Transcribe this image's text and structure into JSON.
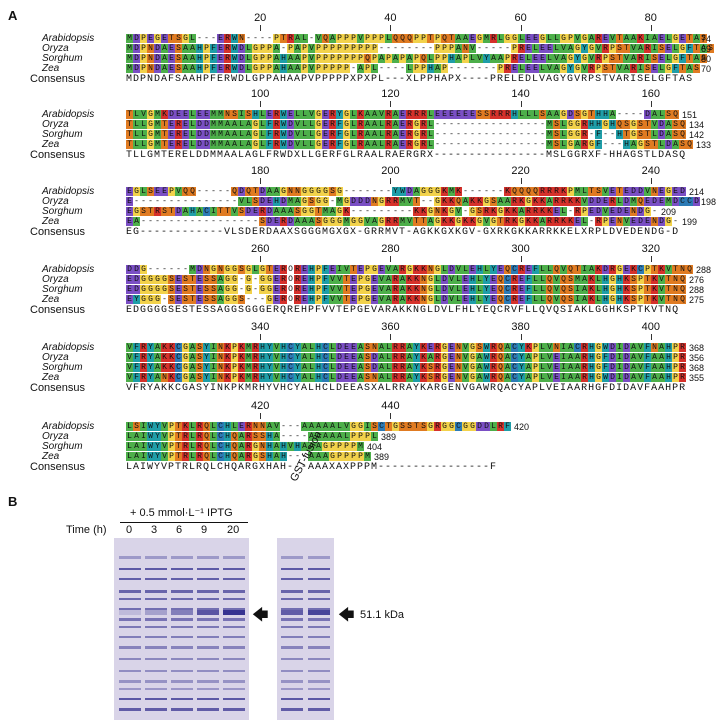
{
  "panel_a": {
    "letter": "A",
    "species": [
      "Arabidopsis",
      "Oryza",
      "Sorghum",
      "Zea"
    ],
    "consensus_label": "Consensus",
    "blocks": [
      {
        "ruler": [
          20,
          40,
          60,
          80
        ],
        "rows": [
          {
            "seq": "MDPEGETSGL---ERWN----PTRAL-VQAPPPVPPPLQQQPPTPQTAAEGMRLGGLEEGLLGPVGAREVTAAKIAELGETAS",
            "end": "74"
          },
          {
            "seq": "MDPNDAESAAHPFERWDLGPPA-PAPVPPPPPPPPP--------PPPANV-----PRELEELVAGYGVRPSTVARISELGFTAS",
            "end": "69"
          },
          {
            "seq": "MDPNDAESAAHPFERWDLGPPAHAAPVPPPPPPPQPAPAPAPQLPPHAPLVYAAPRELEELVAGYGVRPSTVARISELGFTAS",
            "end": "80"
          },
          {
            "seq": "MDPNDAESAAHPFERWDLGPPAHAAPVPPPPP-APL----LPPHAP-------PRELEELVAGYGVRPSTVARISELGFTAS",
            "end": "70"
          }
        ],
        "consensus": "MDPNDAFSAAHPFERWDLGPPAHAAPVPPPPPXPXPL---XLPPHAPX----PRELEDLVAGYGVRPSTVARISELGFTAS"
      },
      {
        "ruler": [
          100,
          120,
          140,
          160
        ],
        "rows": [
          {
            "seq": "TLVGMKDEELEEMMNSISHLERWELLVGERYGLKAAVRAERRRLEEEEEESSRRRHLLLSAAGDSGTHHA----DALSQ",
            "end": "151"
          },
          {
            "seq": "TLLGMTERELDDMMAALAGLFRWDVLLGERFGLRAALRAERGRL----------------MSLGGRHHGHQSGSTVDASQ",
            "end": "134"
          },
          {
            "seq": "TLLGMTERELDDMMAALAGLFRWDVLLGERFGLRAALRAERGRL----------------MSLGGR-F--HTGSTLDASQ",
            "end": "142"
          },
          {
            "seq": "TLLGMTERELDDMMAALAGLFRWDVLLGERFGLRAALRAERGRL----------------MSLGARGF---HAGSTLDASQ",
            "end": "133"
          }
        ],
        "consensus": "TLLGMTERELDDMMAALAGLFRWDXLLGERFGLRAALRAERGRX----------------MSLGGRXF-HHAGSTLDASQ"
      },
      {
        "ruler": [
          180,
          200,
          220,
          240
        ],
        "rows": [
          {
            "seq": "EGLSEEPVQQ-----QDQTDAAGNNGGGGSG-------YWDAGGGKMK------KQQQQRRRKPMLTSVETEDDVNEGED",
            "end": "214"
          },
          {
            "seq": "E---------------VLSDEHDMAGSGG-MGDDDNGRRMVT--GKKQAKKGSAARKGKKARRKKVDDERLDMQEDEMDCCD",
            "end": "198"
          },
          {
            "seq": "EGSTRSTDAHACITTVSDERDAAASGGTMAGK---------KKGNKGV-GSRKGKKARRKKEL-RPEDVEDENDG-",
            "end": "209"
          },
          {
            "seq": "EA-----------------SDERDAAASGGGMGGVAGRRMVTTAGKKGKKGVGTRKGKKARRKKEL-RPENVEDENDG-",
            "end": "199"
          }
        ],
        "consensus": "EG------------VLSDERDAAXSGGGMGXGX-GRRMVT-AGKKGXKGV-GXRKGKKARRKKELXRPLDVEDENDG-D"
      },
      {
        "ruler": [
          260,
          280,
          300,
          320
        ],
        "rows": [
          {
            "seq": "DDG------MDNGNGGSGLGTEROREHPFEIVTEPGEVARGKKNGLDVLEHLYEQCREFLLQVQTIAKDRGEKCPTKVTNQ",
            "end": "288"
          },
          {
            "seq": "EDGGGGSESTESSAGG-G-GGEROREHPFVVTEPGEVARAKKNGLDVLEHLYEQCREFLLQVQSMAKLHGHKSPTKVTNQ",
            "end": "276"
          },
          {
            "seq": "EDGGGGSESTESSAGG-G-GGEROREHPFVVTEPGEVARAKKNGLDVLEHLYEQCREFLLQVQSIAKLHGHKSPTKVTNQ",
            "end": "288"
          },
          {
            "seq": "EYGGG-SESTESSAGGS---GEROREHPFVVTEPGEVARAKKNGLDVLEHLYEQCREFLLQVQSIAKLHGHKSPTKVTNQ",
            "end": "275"
          }
        ],
        "consensus": "EDGGGGSESTESSAGGSGGGERQREHPFVVTEPGEVARAKKNGLDVLFHLYEQCRVFLLQVQSIAKLGGHKSPTKVTNQ"
      },
      {
        "ruler": [
          340,
          360,
          380,
          400
        ],
        "rows": [
          {
            "seq": "VFRYAKKCGASYINKPKMRHYVHCYALHCLDEEASNALRRAYKERGENVGSWRQACYKPLVNIACRHGWDIDAVFNAHPR",
            "end": "368"
          },
          {
            "seq": "VFRYAKKCGASYINKPKMRHYVHCYALHCLDEEASDALRRAYKARGENVGAWRQACYAPLVEIAARHGFDIDAVFAAHPR",
            "end": "356"
          },
          {
            "seq": "VFRYAKKCGASYINKPKMRHYVHCYALHCLDEEASDALRRAYKSRGENVGAWRQACYAPLVEIAARHGFDIDAVFAAHPR",
            "end": "368"
          },
          {
            "seq": "VFRYANKCGASYINKPKMRHYVHCYALHCLDEEASNALRRAYKSRGENVGAWRQACYAPLVEIAARHGWDIDAVFAAHPR",
            "end": "355"
          }
        ],
        "consensus": "VFRYAKKCGASYINKPKMRHYVHCYALHCLDEEASXALRRAYKARGENVGAWRQACYAPLVEIAARHGFDIDAVFAAHPR"
      },
      {
        "ruler": [
          420,
          440
        ],
        "rows": [
          {
            "seq": "LSIWYVPTKLRQLCHLERNNAV---AAAAALVGGISCTGSSTSGRGGCGGDDLRF",
            "end": "420"
          },
          {
            "seq": "LAIWYVPTRLRQLCHQARSSHA----AAAAALPPPL",
            "end": "389"
          },
          {
            "seq": "LAIWYVPTRLRQLCHQARGNHAHVHAAAGPPPPM",
            "end": "404"
          },
          {
            "seq": "LAIWYVPTRLRQLCHQARGSHAH---AAAGPPPPM",
            "end": "389"
          }
        ],
        "consensus": "LAIWYVPTRLRQLCHQARGXHAH---AAAXAXPPPM----------------F"
      }
    ]
  },
  "panel_b": {
    "letter": "B",
    "treatment": "+ 0.5 mmol·L⁻¹ IPTG",
    "time_label": "Time (h)",
    "time_points": [
      "0",
      "3",
      "6",
      "9",
      "20"
    ],
    "fusion_label": "GST-fusion",
    "size_label": "51.1 kDa",
    "induced_band_intensity": [
      0.15,
      0.3,
      0.5,
      0.75,
      0.95
    ]
  },
  "colors": {
    "hydrophobic": "#4daf4a",
    "aromatic": "#1f9ea8",
    "positive": "#d6312b",
    "negative": "#7a4fc4",
    "polar": "#e07b22",
    "glycine": "#f2d24b",
    "proline": "#f2d24b",
    "cysteine": "#2c7bb6",
    "gap": "#ffffff",
    "gel_bg": "#d9d4e8",
    "gel_band": "#2d2a8c"
  }
}
